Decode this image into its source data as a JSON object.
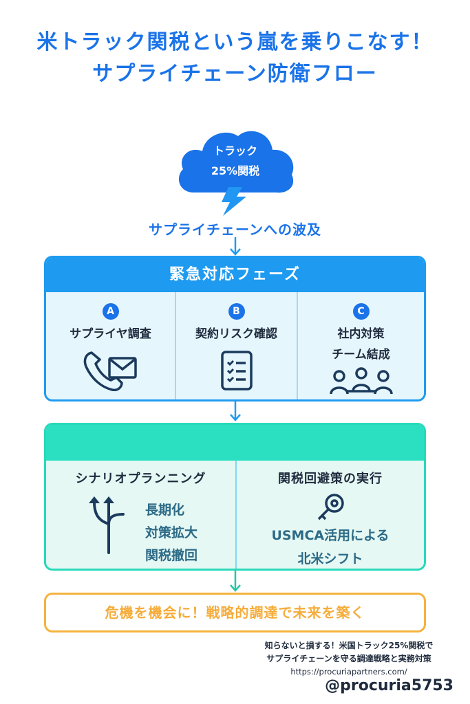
{
  "title": {
    "line1": "米トラック関税という嵐を乗りこなす！",
    "line2": "サプライチェーン防衛フロー"
  },
  "storm": {
    "line1": "トラック",
    "line2": "25%関税",
    "icon": "cloud-lightning-icon"
  },
  "ripple_label": "サプライチェーンへの波及",
  "phase1": {
    "heading": "緊急対応フェーズ",
    "items": [
      {
        "badge": "A",
        "label_lines": [
          "サプライヤ調査"
        ],
        "icon": "phone-mail-icon"
      },
      {
        "badge": "B",
        "label_lines": [
          "契約リスク確認"
        ],
        "icon": "checklist-icon"
      },
      {
        "badge": "C",
        "label_lines": [
          "社内対策",
          "チーム結成"
        ],
        "icon": "team-icon"
      }
    ]
  },
  "phase2": {
    "heading": "",
    "scenario": {
      "title": "シナリオプランニング",
      "icon": "branching-arrows-icon",
      "options": [
        "長期化",
        "対策拡大",
        "関税撤回"
      ]
    },
    "avoidance": {
      "title": "関税回避策の実行",
      "icon": "key-icon",
      "lines": [
        "USMCA活用による",
        "北米シフト"
      ]
    }
  },
  "goal": "危機を機会に！戦略的調達で未来を築く",
  "footer": {
    "line1": "知らないと損する！米国トラック25%関税で",
    "line2": "サプライチェーンを守る調達戦略と実務対策",
    "url": "https://procuriapartners.com/",
    "handle": "@procuria5753"
  },
  "colors": {
    "title_blue": "#1a73e8",
    "phase1_blue": "#1e9bf0",
    "phase2_teal": "#2ae0c0",
    "goal_orange": "#f5b23d",
    "icon_navy": "#1b3a5c"
  }
}
